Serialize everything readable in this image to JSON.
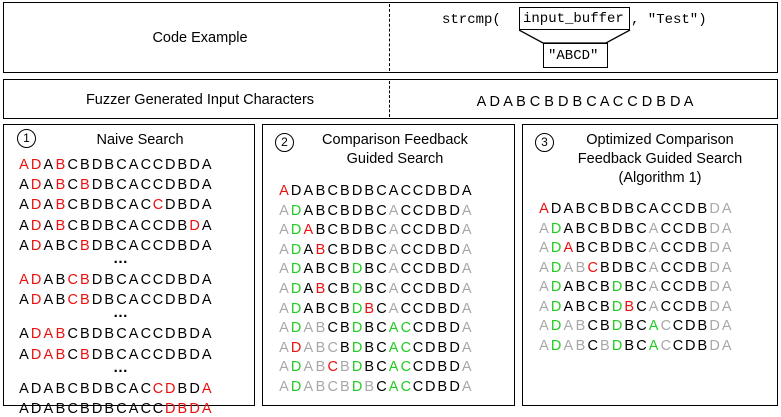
{
  "header": {
    "code_example_label": "Code Example",
    "code_prefix": "strcmp(",
    "code_arg": "input_buffer",
    "code_suffix": ", \"Test\")",
    "buffer_value": "\"ABCD\""
  },
  "fuzzer": {
    "label": "Fuzzer Generated Input Characters",
    "characters": "A D A B C B D B C A C C D B D A"
  },
  "colors": {
    "red": "#e8110f",
    "green": "#22cc22",
    "gray": "#a8a8a8",
    "black": "#000000"
  },
  "panels": [
    {
      "number": "1",
      "title": "Naive Search",
      "rows": [
        "rrkrkkkkkkkkkkkk",
        "krkrkrkkkkkkkkkk",
        "krkrkkkkkkkrkkkk",
        "krkrkkkkkkkkkkrk",
        "krkkkrkkkkkkkkkk",
        "...",
        "rrkkrrkkkkkkkkkk",
        "krkkrrkkkkkkkkkk",
        "...",
        "krrrkkkkkkkkkkkk",
        "krrrkrkkkkkkkkkk",
        "...",
        "kkkkkkkkkkkrrkkr",
        "kkkkkkkkkkkkrrrr"
      ]
    },
    {
      "number": "2",
      "title_line1": "Comparison Feedback",
      "title_line2": "Guided Search",
      "rows": [
        "rkkkkkkkkkkkkkkk",
        "ggkkkkkkkgkkkkkg",
        "gkrkkkkkkgkkkkkg",
        "ggkrkkkkkgkkkkkg",
        "ggkkkkgkkgkkkkkg",
        "ggkrkkgkkgkkkkkg",
        "ggkkkkgrkgkkkkkg",
        "ggggkkgkkggkkkkg",
        "grgggkgkkggkkkkg",
        "ggggrggkkggkkkkg",
        "ggggggggkggkkkkg"
      ]
    },
    {
      "number": "3",
      "title_line1": "Optimized Comparison",
      "title_line2": "Feedback Guided Search",
      "title_line3": "(Algorithm 1)",
      "rows": [
        "rkkkkkkkkkkkkkgg",
        "ggkkkkkkkgkkkkgg",
        "gkrkkkkkkgkkkkgg",
        "ggggrkkkkgkkkkgg",
        "ggkkkkgkkgkkkkgg",
        "ggkkkkgrkgkkkkgg",
        "ggggkkgkkggkkkgg",
        "ggggkggkkggkkkgg"
      ]
    }
  ],
  "panel_letters": [
    [
      "A",
      "D",
      "A",
      "B",
      "C",
      "B",
      "D",
      "B",
      "C",
      "A",
      "C",
      "C",
      "D",
      "B",
      "D",
      "A"
    ]
  ]
}
